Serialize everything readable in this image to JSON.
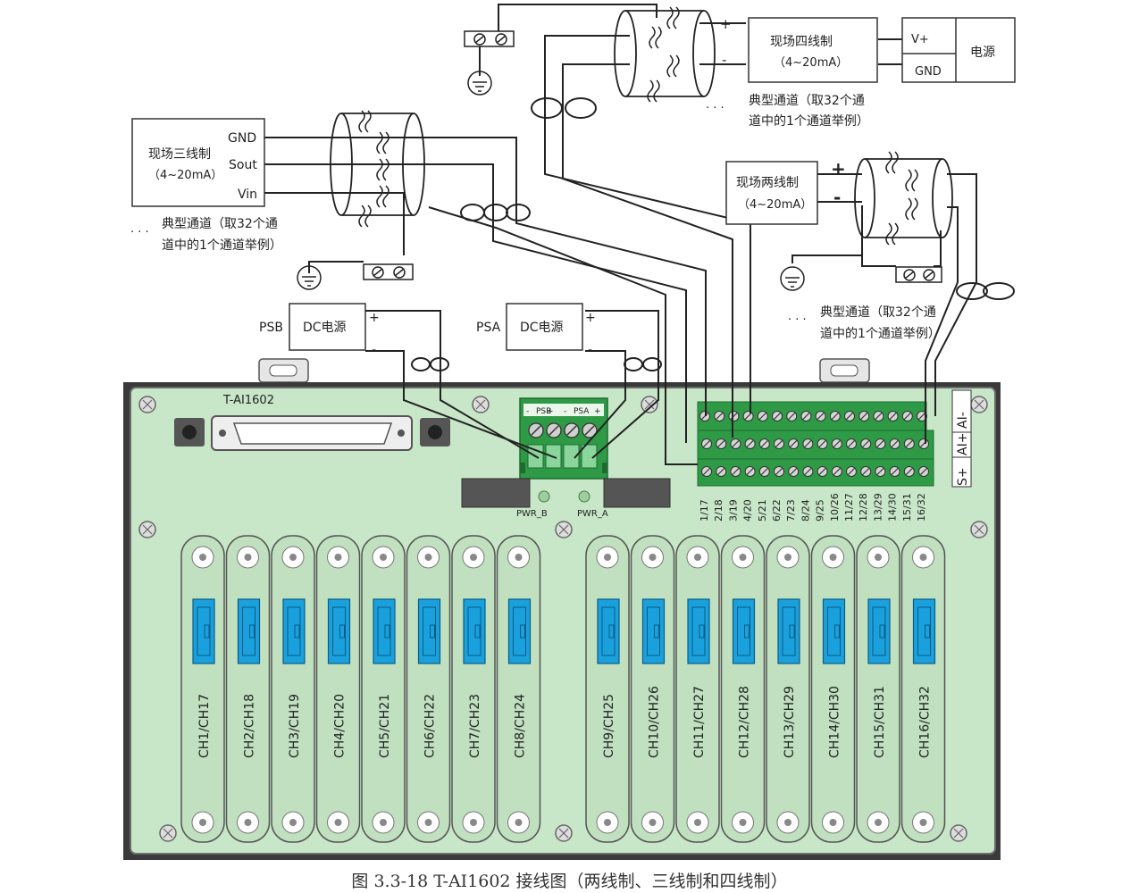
{
  "caption": "图 3.3-18 T-AI1602 接线图（两线制、三线制和四线制）",
  "device": {
    "model": "T-AI1602",
    "power_labels": [
      "PSB",
      "PSA"
    ],
    "power_source": "DC电源",
    "plus": "+",
    "minus": "-",
    "led_labels": [
      "PWR_B",
      "PWR_A"
    ],
    "power_terminal_labels": [
      "-",
      "PSB",
      "+",
      "-",
      "PSA",
      "+"
    ],
    "terminal_side_labels": [
      "S+",
      "AI+",
      "AI-"
    ],
    "channel_pairs": [
      "1/17",
      "2/18",
      "3/19",
      "4/20",
      "5/21",
      "6/22",
      "7/23",
      "8/24",
      "9/25",
      "10/26",
      "11/27",
      "12/28",
      "13/29",
      "14/30",
      "15/31",
      "16/32"
    ],
    "slots": [
      "CH1/CH17",
      "CH2/CH18",
      "CH3/CH19",
      "CH4/CH20",
      "CH5/CH21",
      "CH6/CH22",
      "CH7/CH23",
      "CH8/CH24",
      "CH9/CH25",
      "CH10/CH26",
      "CH11/CH27",
      "CH12/CH28",
      "CH13/CH29",
      "CH14/CH30",
      "CH15/CH31",
      "CH16/CH32"
    ]
  },
  "field": {
    "four_wire": {
      "title": "现场四线制",
      "range": "（4~20mA）",
      "plus": "+",
      "minus": "-"
    },
    "power_box": {
      "vplus": "V+",
      "gnd": "GND",
      "title": "电源"
    },
    "three_wire": {
      "title": "现场三线制",
      "range": "（4~20mA）",
      "pins": [
        "GND",
        "Sout",
        "Vin"
      ]
    },
    "two_wire": {
      "title": "现场两线制",
      "range": "（4~20mA）",
      "plus": "+",
      "minus": "-"
    },
    "note_line1": "典型通道（取32个通",
    "note_line2": "道中的1个通道举例）",
    "ellipsis": "· · ·"
  },
  "colors": {
    "board": "#c8e6c8",
    "terminal_green": "#2e9a46",
    "connector_blue": "#1aa0dc",
    "wire": "#222222"
  }
}
